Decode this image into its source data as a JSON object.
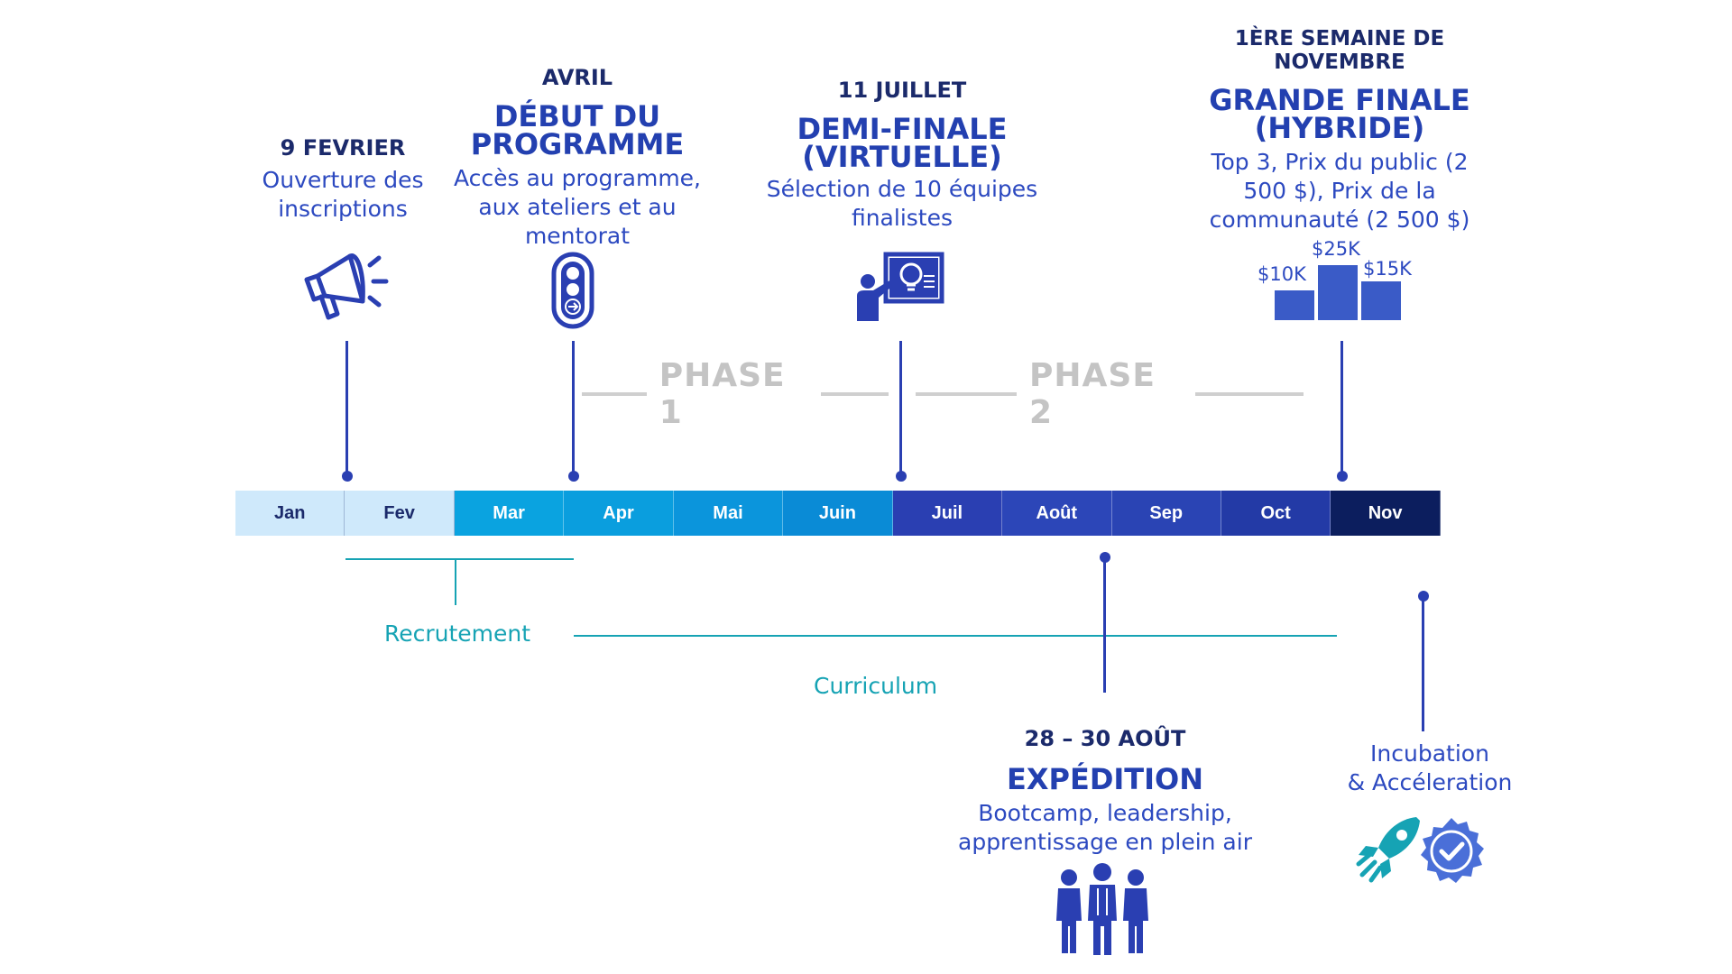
{
  "milestones": {
    "inscriptions": {
      "date": "9 FEVRIER",
      "desc_1": "Ouverture des",
      "desc_2": "inscriptions"
    },
    "programme": {
      "date": "AVRIL",
      "title": "DÉBUT DU PROGRAMME",
      "desc_1": "Accès au programme,",
      "desc_2": "aux ateliers et au",
      "desc_3": "mentorat"
    },
    "demi_finale": {
      "date": "11 JUILLET",
      "title_1": "DEMI-FINALE",
      "title_2": "(VIRTUELLE)",
      "desc_1": "Sélection de 10 équipes",
      "desc_2": "finalistes"
    },
    "grande_finale": {
      "date": "1ÈRE SEMAINE DE NOVEMBRE",
      "title_1": "GRANDE FINALE",
      "title_2": "(HYBRIDE)",
      "desc_1": "Top 3, Prix du public (2",
      "desc_2": "500 $), Prix de la",
      "desc_3": "communauté (2 500 $)"
    },
    "expedition": {
      "date": "28 – 30 AOÛT",
      "title": "EXPÉDITION",
      "desc_1": "Bootcamp, leadership,",
      "desc_2": "apprentissage en plein air"
    },
    "incubation": {
      "desc_1": "Incubation",
      "desc_2": "& Accéleration"
    }
  },
  "prizes": {
    "left": "$10K",
    "center": "$25K",
    "right": "$15K"
  },
  "phases": {
    "phase1": "PHASE 1",
    "phase2": "PHASE 2"
  },
  "ranges": {
    "recrutement": "Recrutement",
    "curriculum": "Curriculum"
  },
  "months": [
    {
      "label": "Jan",
      "bg": "#cfe9fb",
      "fg": "#1b2a6b"
    },
    {
      "label": "Fev",
      "bg": "#cfe9fb",
      "fg": "#1b2a6b"
    },
    {
      "label": "Mar",
      "bg": "#0aa3e0",
      "fg": "#ffffff"
    },
    {
      "label": "Apr",
      "bg": "#0a9ede",
      "fg": "#ffffff"
    },
    {
      "label": "Mai",
      "bg": "#0b95dc",
      "fg": "#ffffff"
    },
    {
      "label": "Juin",
      "bg": "#0a8bd6",
      "fg": "#ffffff"
    },
    {
      "label": "Juil",
      "bg": "#2a3fb2",
      "fg": "#ffffff"
    },
    {
      "label": "Août",
      "bg": "#2c46b8",
      "fg": "#ffffff"
    },
    {
      "label": "Sep",
      "bg": "#2a44b4",
      "fg": "#ffffff"
    },
    {
      "label": "Oct",
      "bg": "#233aa6",
      "fg": "#ffffff"
    },
    {
      "label": "Nov",
      "bg": "#0c1e5e",
      "fg": "#ffffff"
    }
  ],
  "colors": {
    "accent": "#2a3fb2",
    "teal": "#16a3b4",
    "phase_gray": "#c4c4c4"
  }
}
